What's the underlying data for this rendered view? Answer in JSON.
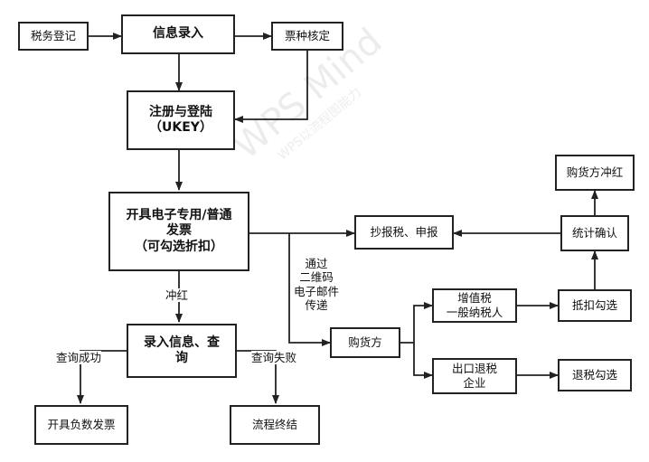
{
  "nodes": {
    "tax_registration": "税务登记",
    "info_entry": "信息录入",
    "ticket_verification": "票种核定",
    "register_login": "注册与登陆\n（UKEY）",
    "issue_invoice": "开具电子专用/普通\n发票\n（可勾选折扣）",
    "copy_tax_declare": "抄报税、申报",
    "entry_query": "录入信息、查\n询",
    "negative_invoice": "开具负数发票",
    "process_end": "流程终结",
    "buyer": "购货方",
    "vat_general": "增值税\n一般纳税人",
    "export_refund": "出口退税\n企业",
    "deduct_select": "抵扣勾选",
    "refund_select": "退税勾选",
    "stat_confirm": "统计确认",
    "buyer_red": "购货方冲红"
  },
  "labels": {
    "red_reversal": "冲红",
    "query_success": "查询成功",
    "query_fail": "查询失败",
    "delivery": "通过\n二维码\n电子邮件\n传递"
  },
  "watermark": {
    "title": "WPS Mind",
    "subtitle": "WPS以流程图能力"
  },
  "colors": {
    "line": "#222222",
    "background": "#ffffff"
  }
}
